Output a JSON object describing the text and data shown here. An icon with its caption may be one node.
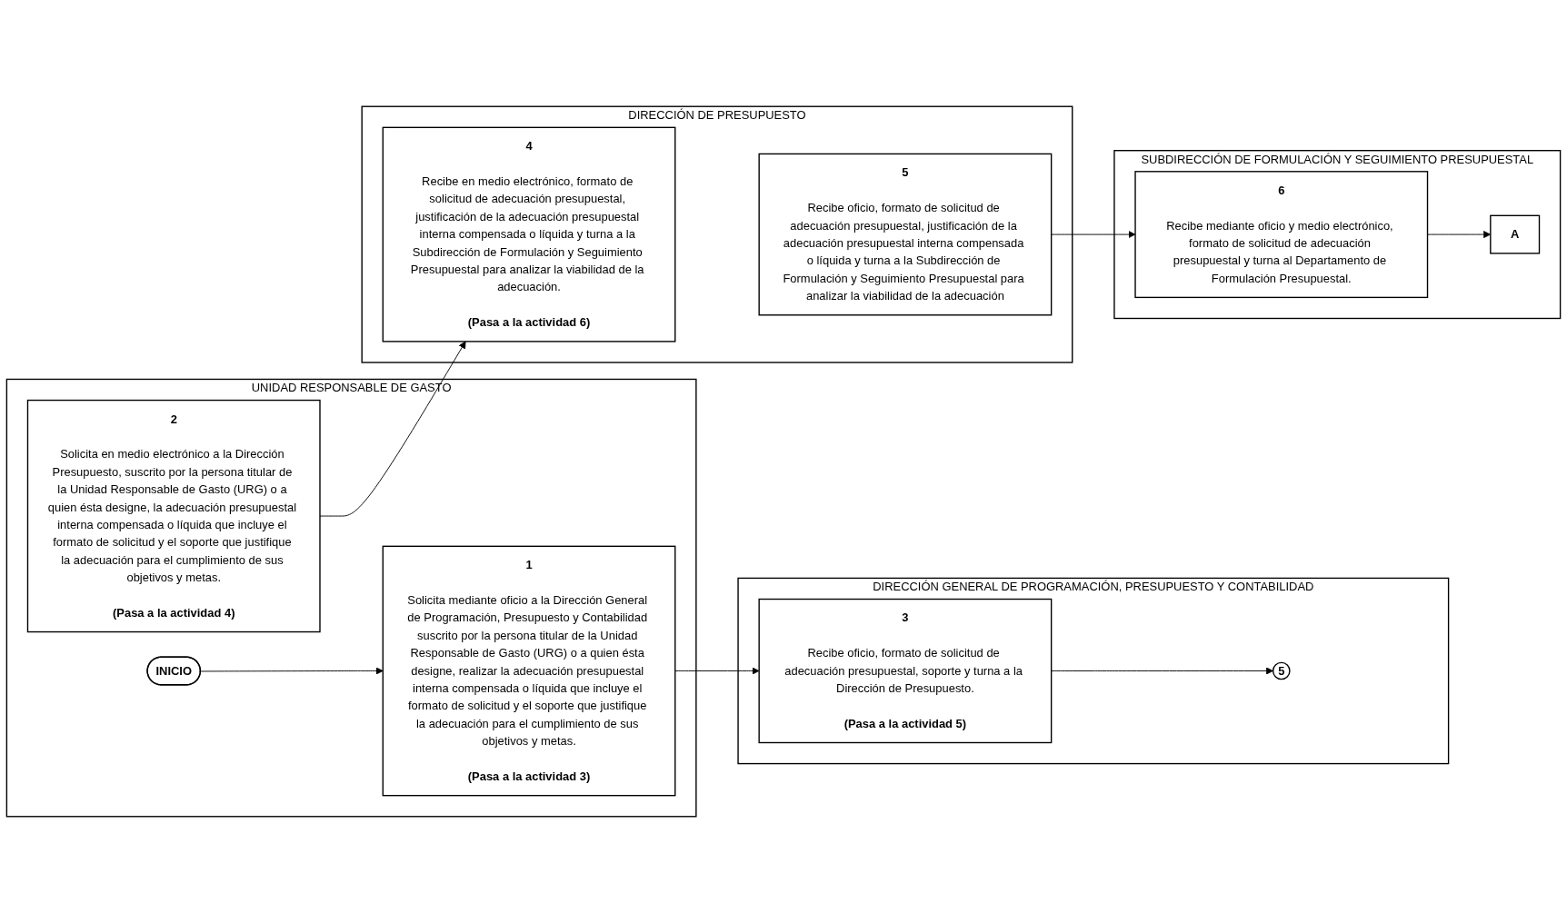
{
  "diagram": {
    "nodes": [
      {
        "text": [
          "UNIDAD RESPONSABLE DE GASTO"
        ]
      },
      {
        "text": [
          "DIRECCIÓN GENERAL DE PROGRAMACIÓN, PRESUPUESTO Y CONTABILIDAD"
        ]
      },
      {
        "text": [
          "DIRECCIÓN DE PRESUPUESTO"
        ]
      },
      {
        "text": [
          "SUBDIRECCIÓN DE FORMULACIÓN Y SEGUIMIENTO PRESUPUESTAL"
        ]
      },
      {
        "text": [
          "INICIO"
        ],
        "in": 0
      },
      {
        "text": [
          "1",
          "Solicita mediante oficio a la Dirección General de Programación, Presupuesto y Contabilidad suscrito por la persona titular de la Unidad Responsable de Gasto (URG) o a quien ésta designe, realizar la adecuación presupuestal interna compensada o líquida que incluye el formato de solicitud y el soporte que justifique la adecuación para el cumplimiento de sus objetivos y metas.",
          "(Pasa a la actividad 3)"
        ],
        "in": 0
      },
      {
        "text": [
          "2",
          "Solicita en medio electrónico a la Dirección Presupuesto, suscrito por la persona titular de la Unidad Responsable de Gasto (URG) o a quien ésta designe, la adecuación presupuestal interna compensada o líquida que incluye el formato de solicitud y el soporte que justifique la adecuación para el cumplimiento de sus objetivos y metas.",
          "(Pasa a la actividad 4)"
        ],
        "in": 0
      },
      {
        "text": [
          "3",
          "Recibe oficio, formato de solicitud de adecuación presupuestal, soporte y turna a la Dirección de Presupuesto.",
          "(Pasa a la actividad 5)"
        ],
        "in": 1
      },
      {
        "text": [
          "5"
        ],
        "in": 1
      },
      {
        "text": [
          "4",
          "Recibe en medio electrónico, formato de solicitud de adecuación presupuestal, justificación de la adecuación presupuestal interna compensada o líquida y turna a la Subdirección de Formulación y Seguimiento Presupuestal para analizar la viabilidad de la adecuación.",
          "(Pasa a la actividad 6)"
        ],
        "in": 2
      },
      {
        "text": [
          "5",
          "Recibe oficio, formato de solicitud de adecuación presupuestal, justificación de la adecuación presupuestal interna compensada o líquida y turna a la Subdirección de Formulación y Seguimiento Presupuestal para analizar la viabilidad de la adecuación"
        ],
        "in": 2
      },
      {
        "text": [
          "6",
          "Recibe mediante oficio y medio electrónico, formato de solicitud de adecuación presupuestal y turna al Departamento de Formulación Presupuestal."
        ],
        "in": 3
      },
      {
        "text": [
          "A"
        ],
        "in": 3
      }
    ],
    "edges": [
      {
        "from": 4,
        "to": 5,
        "arrow": "to"
      },
      {
        "from": 5,
        "to": 7,
        "arrow": "to"
      },
      {
        "from": 7,
        "to": 8,
        "arrow": "to"
      },
      {
        "from": 6,
        "to": 9,
        "arrow": "to"
      },
      {
        "from": 10,
        "to": 11,
        "arrow": "to"
      },
      {
        "from": 11,
        "to": 12,
        "arrow": "to"
      }
    ]
  }
}
